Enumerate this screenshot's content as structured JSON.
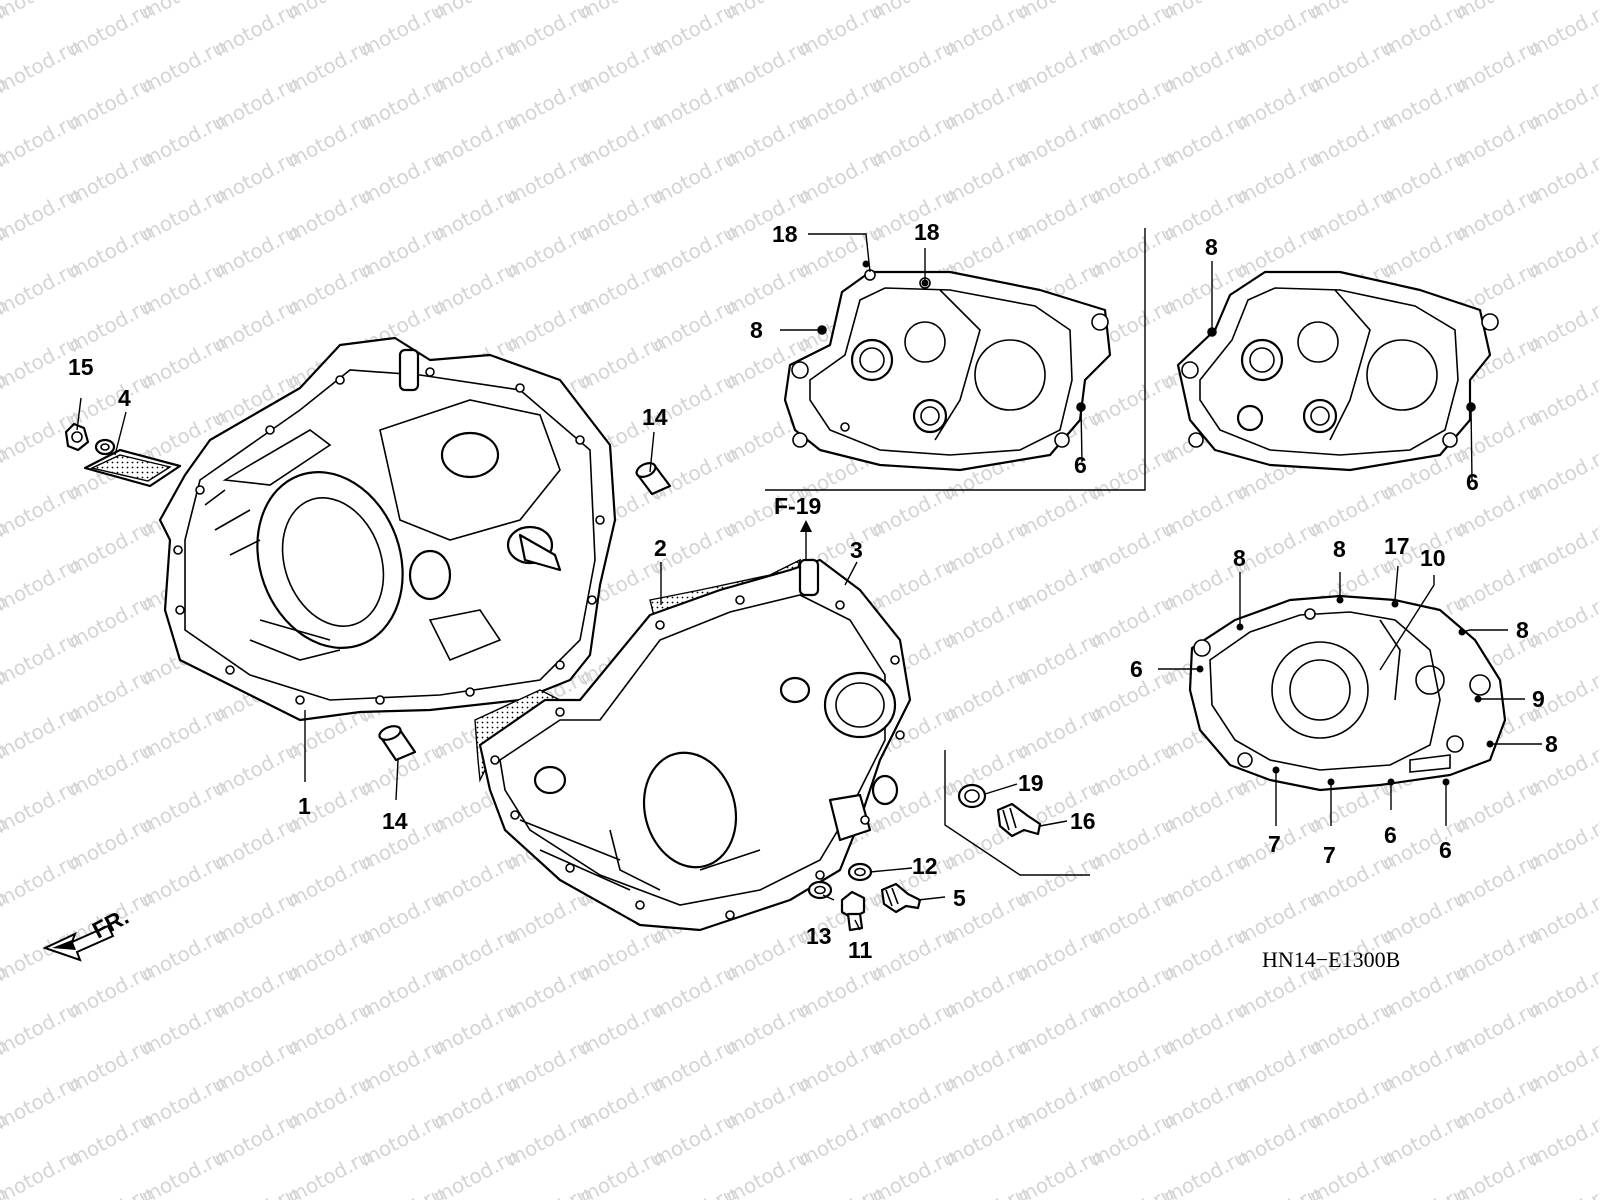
{
  "watermark": {
    "text": "motod.ru",
    "color": "#d4d4d4"
  },
  "diagram": {
    "code": "HN14−E1300B",
    "front_marker": "FR.",
    "reference": "F-19",
    "callouts": {
      "c1": "1",
      "c2": "2",
      "c3": "3",
      "c4": "4",
      "c5": "5",
      "c11": "11",
      "c12": "12",
      "c13": "13",
      "c14a": "14",
      "c14b": "14",
      "c15": "15",
      "c16": "16",
      "c19": "19",
      "g1_18a": "18",
      "g1_18b": "18",
      "g1_8": "8",
      "g1_6": "6",
      "g2_8": "8",
      "g2_6": "6",
      "g3_8a": "8",
      "g3_8b": "8",
      "g3_17": "17",
      "g3_10": "10",
      "g3_8c": "8",
      "g3_6a": "6",
      "g3_9": "9",
      "g3_8d": "8",
      "g3_7a": "7",
      "g3_7b": "7",
      "g3_6b": "6",
      "g3_6c": "6"
    }
  }
}
